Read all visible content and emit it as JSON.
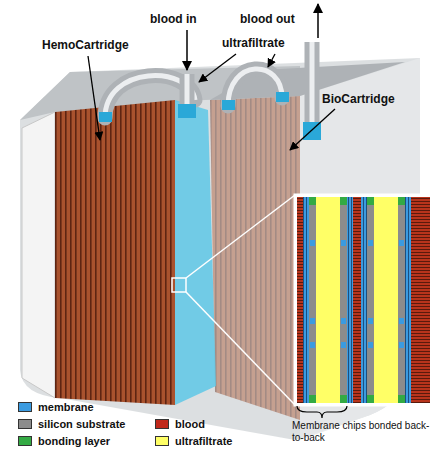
{
  "diagram": {
    "labels": [
      "blood in",
      "blood out",
      "HemoCartridge",
      "ultrafiltrate",
      "BioCartridge",
      "Membrane chips bonded back-to-back"
    ],
    "legend": [
      {
        "text": "membrane",
        "color": "#3b9be0"
      },
      {
        "text": "silicon substrate",
        "color": "#8c8c8c"
      },
      {
        "text": "blood",
        "color": "#c0281a"
      },
      {
        "text": "bonding layer",
        "color": "#33aa44"
      },
      {
        "text": "ultrafiltrate",
        "color": "#ffff66"
      }
    ]
  }
}
